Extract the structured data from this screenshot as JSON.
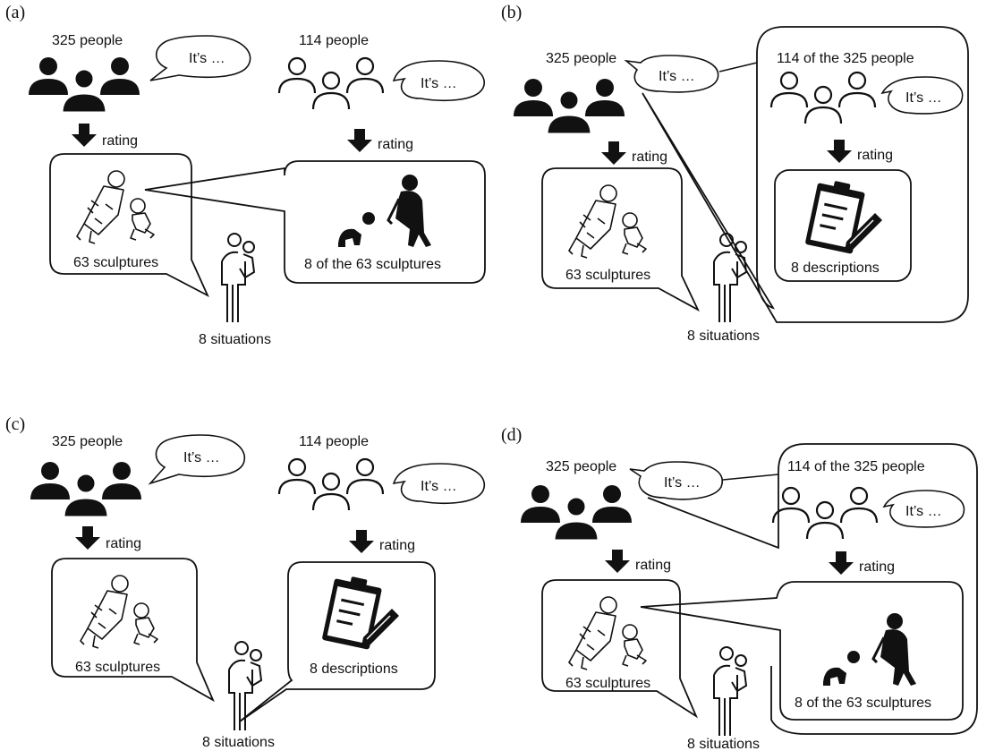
{
  "panels": [
    {
      "label": "(a)",
      "groups": {
        "left": "325 people",
        "right": "114 people"
      },
      "bubble_left": "It’s …",
      "bubble_right": "It’s …",
      "rating_left": "rating",
      "rating_right": "rating",
      "box_left": "63 sculptures",
      "box_right": "8 of the 63 sculptures",
      "situations": "8 situations"
    },
    {
      "label": "(b)",
      "groups": {
        "left": "325 people",
        "right": "114 of the 325 people"
      },
      "bubble_left": "It’s …",
      "bubble_right": "It’s …",
      "rating_left": "rating",
      "rating_right": "rating",
      "box_left": "63 sculptures",
      "box_right": "8 descriptions",
      "situations": "8 situations"
    },
    {
      "label": "(c)",
      "groups": {
        "left": "325 people",
        "right": "114 people"
      },
      "bubble_left": "It’s …",
      "bubble_right": "It’s …",
      "rating_left": "rating",
      "rating_right": "rating",
      "box_left": "63 sculptures",
      "box_right": "8 descriptions",
      "situations": "8 situations"
    },
    {
      "label": "(d)",
      "groups": {
        "left": "325 people",
        "right": "114 of the 325 people"
      },
      "bubble_left": "It’s …",
      "bubble_right": "It’s …",
      "rating_left": "rating",
      "rating_right": "rating",
      "box_left": "63 sculptures",
      "box_right": "8 of the 63 sculptures",
      "situations": "8 situations"
    }
  ]
}
